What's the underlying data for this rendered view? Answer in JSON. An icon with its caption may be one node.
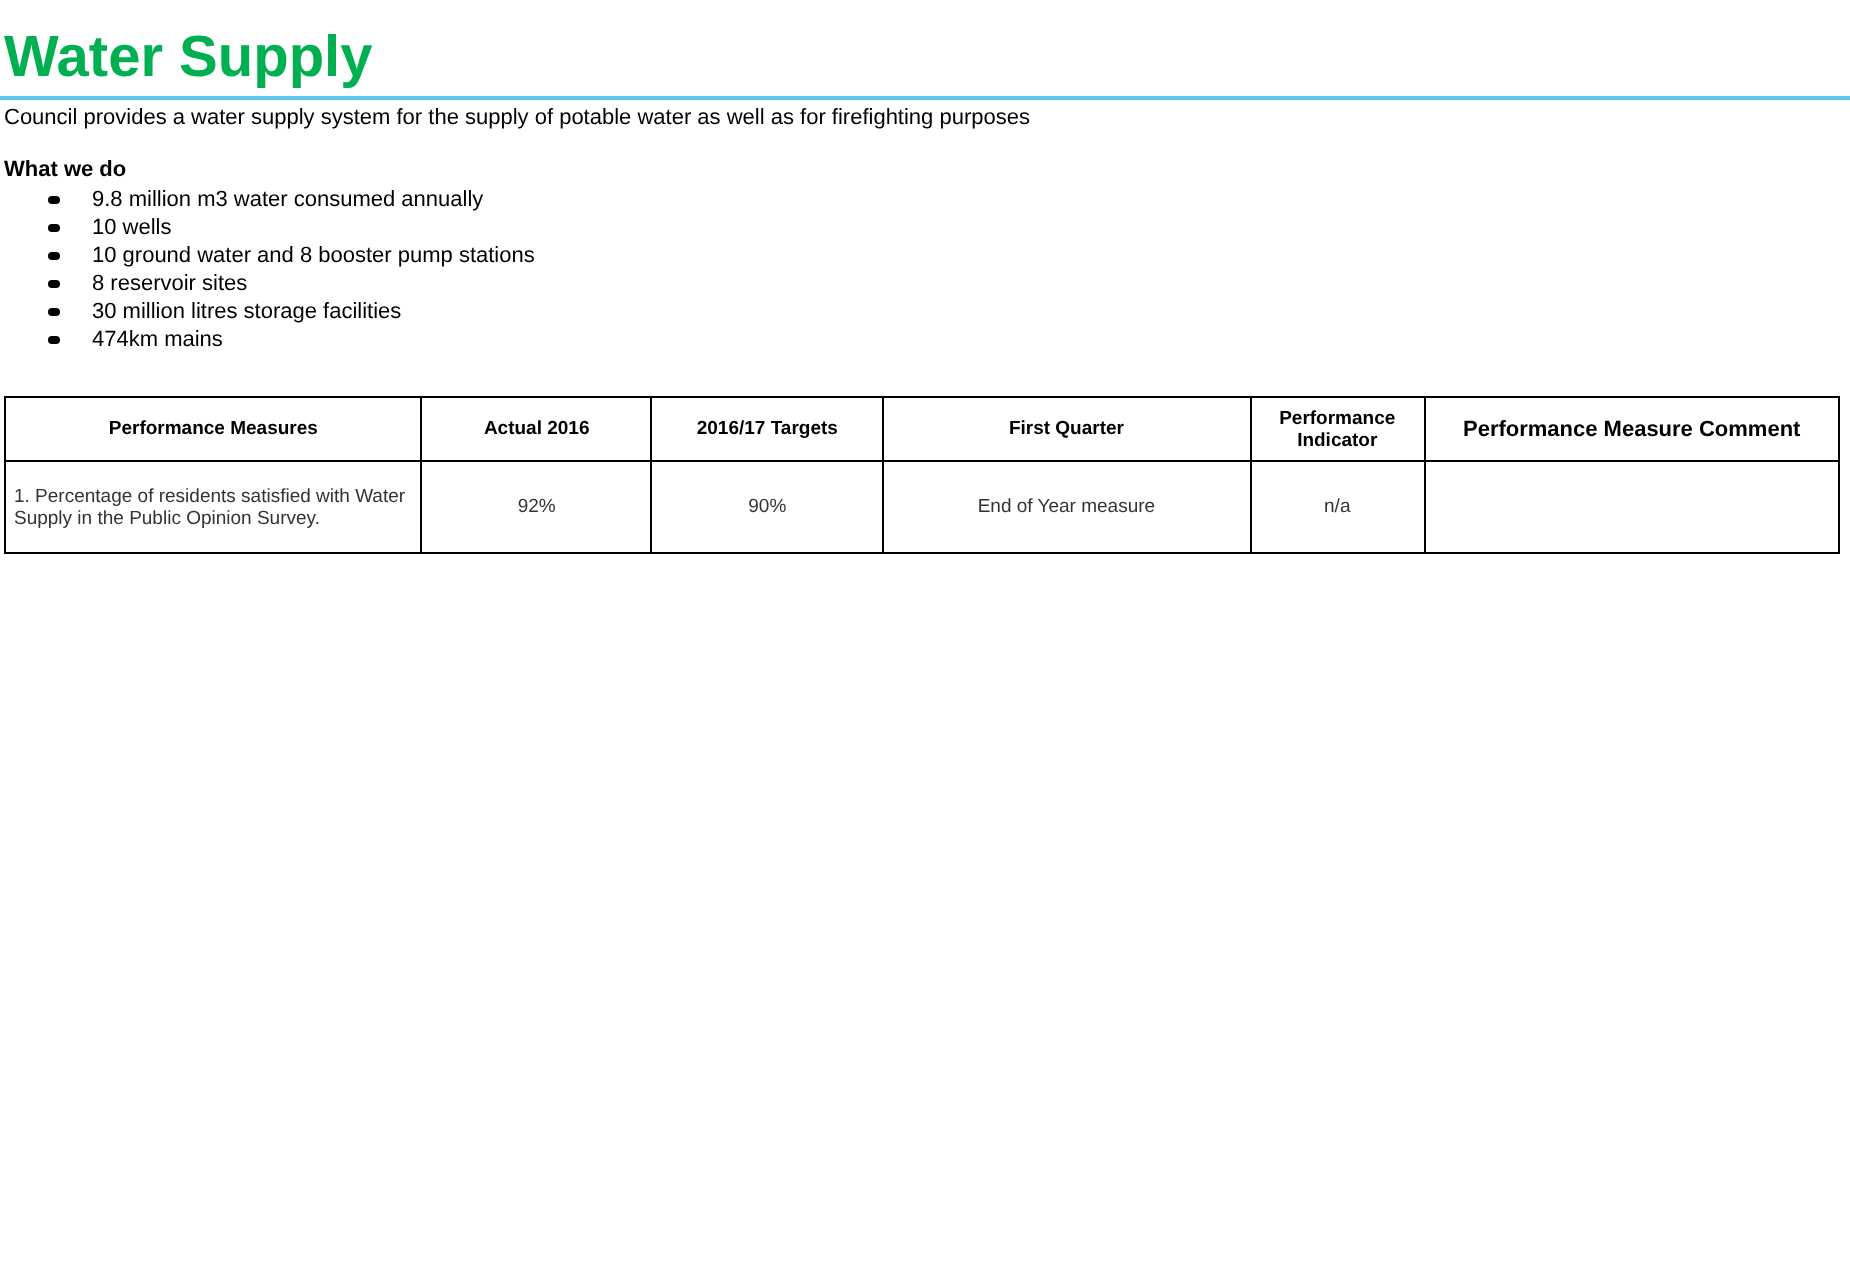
{
  "diagram": {
    "title": "Water Supply",
    "labels": [
      "Council provides a water supply system for the supply of potable water as well as for firefighting purposes",
      "What we do",
      "9.8 million m3 water consumed annually",
      "10 wells",
      "10 ground water and 8 booster pump stations",
      "8 reservoir sites",
      "30 million litres storage facilities",
      "474km mains",
      "Performance Measures",
      "Actual 2016",
      "2016/17 Targets",
      "First Quarter",
      "Performance Indicator",
      "Performance Measure Comment",
      "1. Percentage of residents satisfied with Water Supply in the Public Opinion Survey.",
      "92%",
      "90%",
      "End of Year measure",
      "n/a"
    ]
  }
}
